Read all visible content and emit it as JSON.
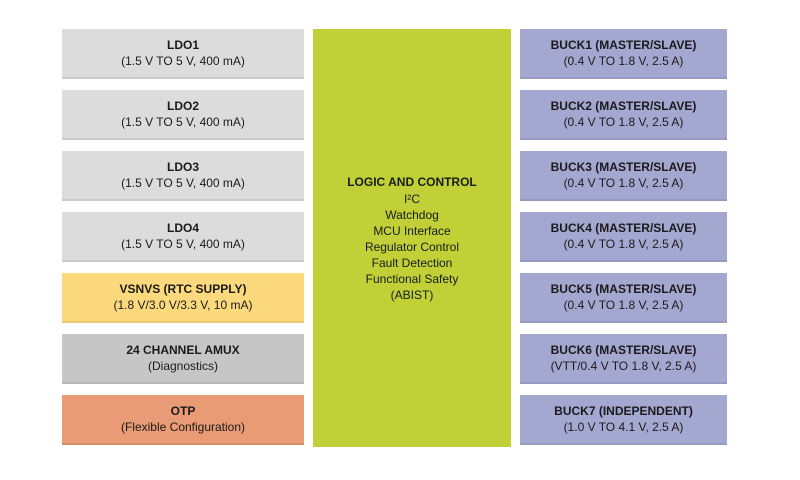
{
  "colors": {
    "ldo": "#dcdcdc",
    "vsnvs": "#fcd97c",
    "amux": "#c6c6c6",
    "otp": "#e89b74",
    "logic": "#bfd136",
    "buck": "#a4a8d1"
  },
  "left_blocks": [
    {
      "title": "LDO1",
      "sub": "(1.5 V TO 5 V, 400 mA)"
    },
    {
      "title": "LDO2",
      "sub": "(1.5 V TO 5 V, 400 mA)"
    },
    {
      "title": "LDO3",
      "sub": "(1.5 V TO 5 V, 400 mA)"
    },
    {
      "title": "LDO4",
      "sub": "(1.5 V TO 5 V, 400 mA)"
    },
    {
      "title": "VSNVS (RTC SUPPLY)",
      "sub": "(1.8 V/3.0 V/3.3 V, 10 mA)"
    },
    {
      "title": "24 CHANNEL AMUX",
      "sub": "(Diagnostics)"
    },
    {
      "title": "OTP",
      "sub": "(Flexible Configuration)"
    }
  ],
  "center": {
    "title": "LOGIC AND CONTROL",
    "items": [
      "I²C",
      "Watchdog",
      "MCU Interface",
      "Regulator Control",
      "Fault Detection",
      "Functional Safety",
      "(ABIST)"
    ]
  },
  "right_blocks": [
    {
      "title": "BUCK1 (MASTER/SLAVE)",
      "sub": "(0.4 V TO 1.8 V, 2.5 A)"
    },
    {
      "title": "BUCK2 (MASTER/SLAVE)",
      "sub": "(0.4 V TO 1.8 V, 2.5 A)"
    },
    {
      "title": "BUCK3 (MASTER/SLAVE)",
      "sub": "(0.4 V TO 1.8 V, 2.5 A)"
    },
    {
      "title": "BUCK4 (MASTER/SLAVE)",
      "sub": "(0.4 V TO 1.8 V, 2.5 A)"
    },
    {
      "title": "BUCK5 (MASTER/SLAVE)",
      "sub": "(0.4 V TO 1.8 V, 2.5 A)"
    },
    {
      "title": "BUCK6 (MASTER/SLAVE)",
      "sub": "(VTT/0.4 V TO 1.8 V, 2.5 A)"
    },
    {
      "title": "BUCK7 (INDEPENDENT)",
      "sub": "(1.0 V TO 4.1 V, 2.5 A)"
    }
  ]
}
